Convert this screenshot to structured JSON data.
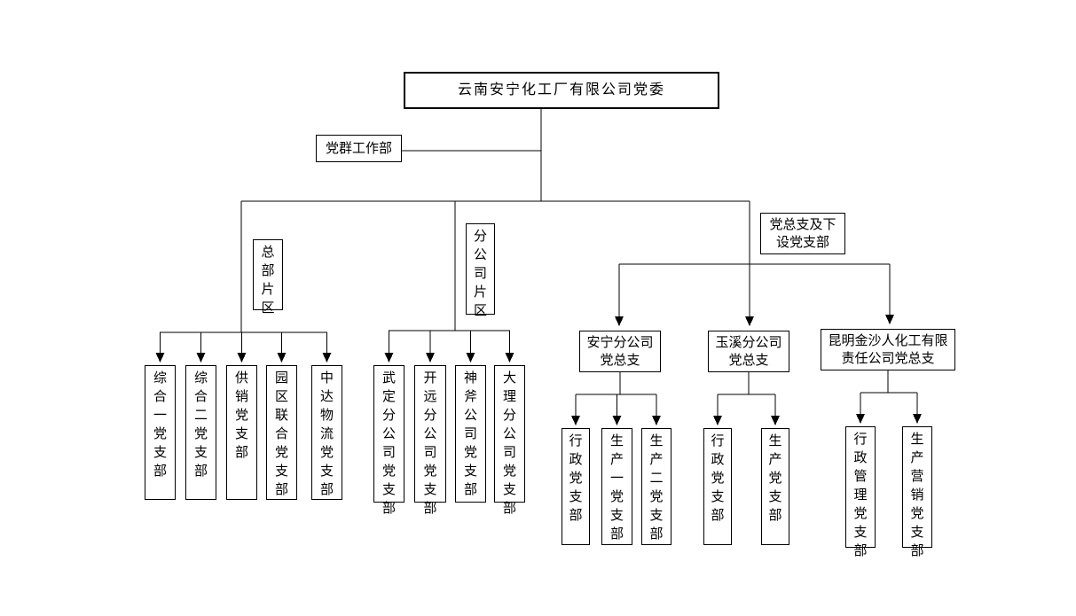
{
  "page": {
    "background_color": "#ffffff",
    "line_color": "#000000"
  },
  "org": {
    "root": {
      "label": "云南安宁化工厂有限公司党委"
    },
    "staff_dept": {
      "label": "党群工作部"
    },
    "headquarters": {
      "label": "总部片区",
      "branches": [
        "综合一党支部",
        "综合二党支部",
        "供销党支部",
        "园区联合党支部",
        "中达物流党支部"
      ]
    },
    "branch_companies": {
      "label": "分公司片区",
      "branches": [
        "武定分公司党支部",
        "开远分公司党支部",
        "神斧公司党支部",
        "大理分公司党支部"
      ]
    },
    "general_branches": {
      "label": "党总支及下\n设党支部",
      "groups": [
        {
          "label": "安宁分公司\n党总支",
          "children": [
            "行政党支部",
            "生产一党支部",
            "生产二党支部"
          ]
        },
        {
          "label": "玉溪分公司\n党总支",
          "children": [
            "行政党支部",
            "生产党支部"
          ]
        },
        {
          "label": "昆明金沙人化工有限\n责任公司党总支",
          "children": [
            "行政管理党支部",
            "生产营销党支部"
          ]
        }
      ]
    }
  }
}
